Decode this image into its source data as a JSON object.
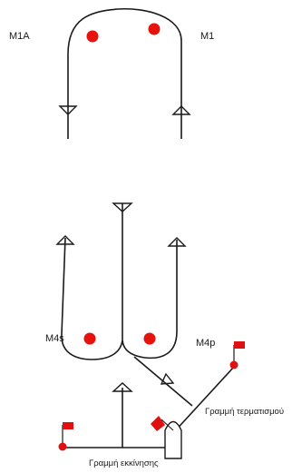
{
  "diagram": {
    "marks": {
      "m1a": "M1A",
      "m1": "M1",
      "m4s": "M4s",
      "m4p": "M4p"
    },
    "lines": {
      "start": "Γραμμή εκκίνησης",
      "finish": "Γραμμή τερματισμού"
    },
    "colors": {
      "mark_red": "#e8120c",
      "flag_red": "#e01010",
      "line": "#1a1a1a"
    }
  }
}
